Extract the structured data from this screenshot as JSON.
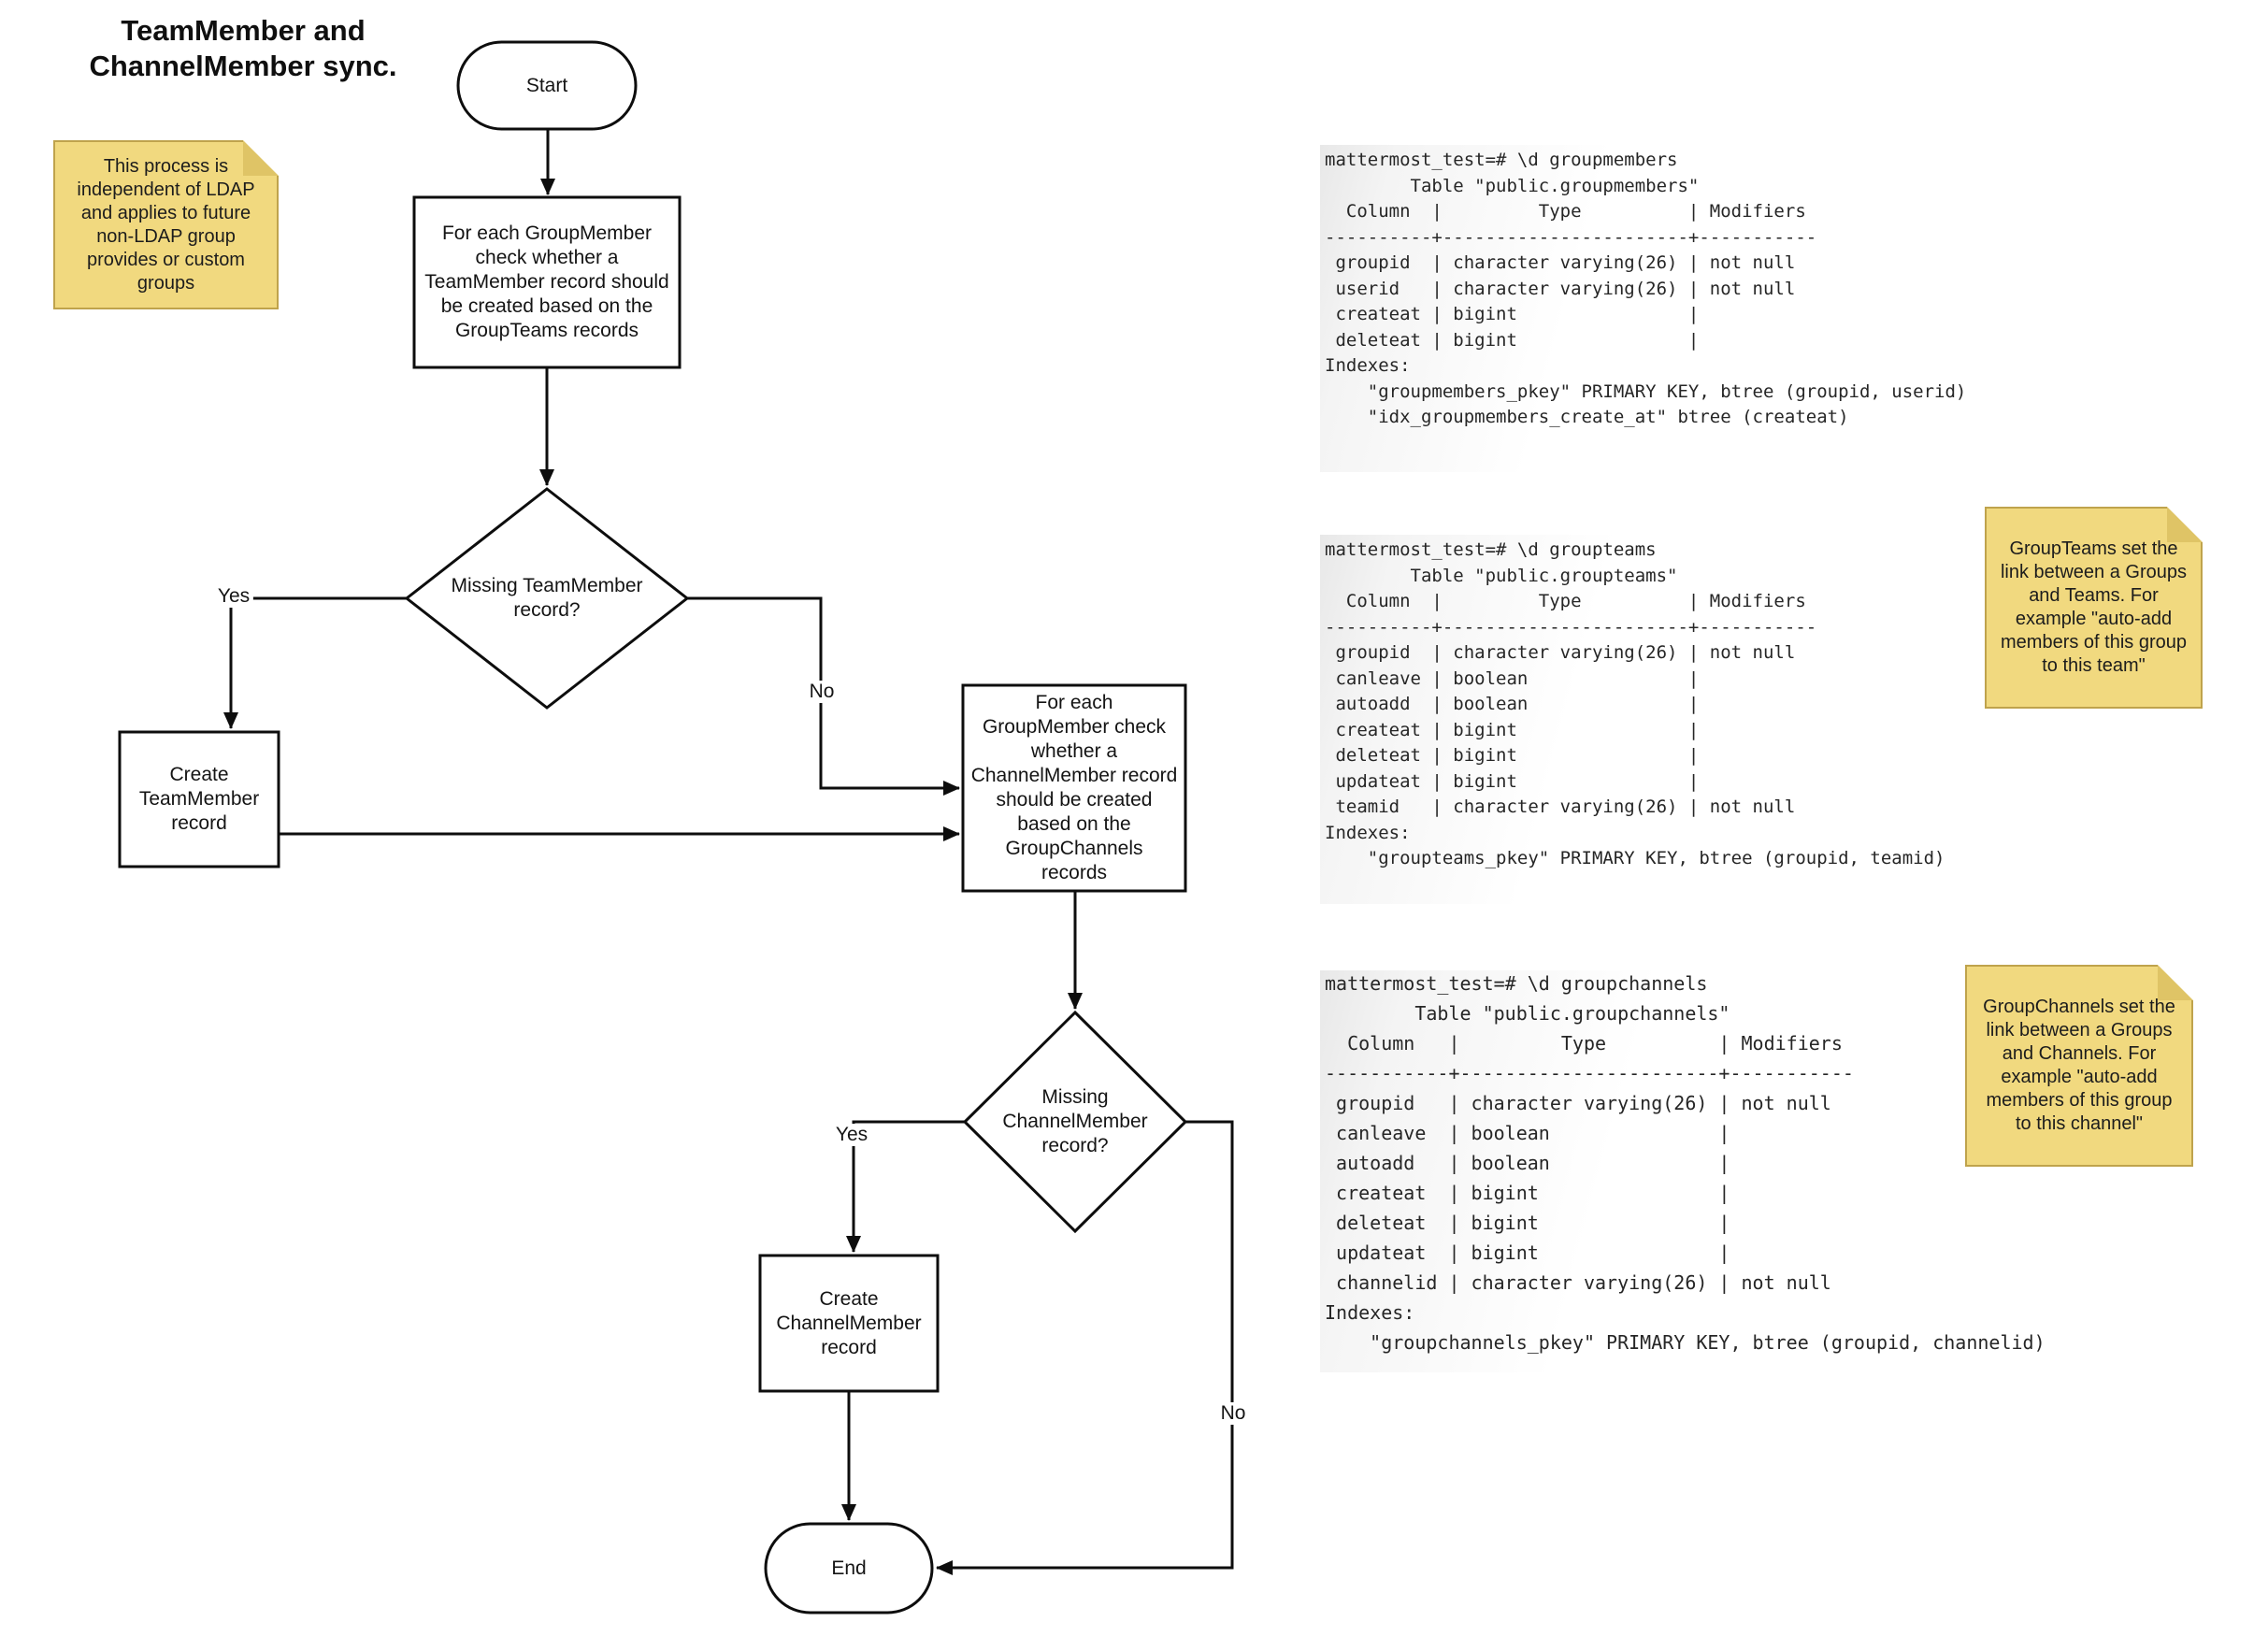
{
  "title": "TeamMember and\nChannelMember sync.",
  "flow": {
    "start": "Start",
    "process1": "For each GroupMember\ncheck whether a\nTeamMember record should\nbe created based on the\nGroupTeams records",
    "decision1": "Missing TeamMember\nrecord?",
    "create1": "Create\nTeamMember\nrecord",
    "process2": "For each\nGroupMember check\nwhether a\nChannelMember record\nshould be created\nbased on the\nGroupChannels\nrecords",
    "decision2": "Missing\nChannelMember\nrecord?",
    "create2": "Create\nChannelMember\nrecord",
    "end": "End",
    "yes1": "Yes",
    "no1": "No",
    "yes2": "Yes",
    "no2": "No"
  },
  "notes": {
    "ldap": "This process is\nindependent of LDAP\nand applies to future\nnon-LDAP group\nprovides or custom\ngroups",
    "groupteams": "GroupTeams set the\nlink between a Groups\nand Teams. For\nexample \"auto-add\nmembers of this group\nto this team\"",
    "groupchannels": "GroupChannels set the\nlink between a Groups\nand Channels. For\nexample \"auto-add\nmembers of this group\nto this channel\""
  },
  "terminals": {
    "groupmembers": "mattermost_test=# \\d groupmembers\n        Table \"public.groupmembers\"\n  Column  |         Type          | Modifiers \n----------+-----------------------+-----------\n groupid  | character varying(26) | not null\n userid   | character varying(26) | not null\n createat | bigint                |\n deleteat | bigint                |\nIndexes:\n    \"groupmembers_pkey\" PRIMARY KEY, btree (groupid, userid)\n    \"idx_groupmembers_create_at\" btree (createat)",
    "groupteams": "mattermost_test=# \\d groupteams\n        Table \"public.groupteams\"\n  Column  |         Type          | Modifiers \n----------+-----------------------+-----------\n groupid  | character varying(26) | not null\n canleave | boolean               |\n autoadd  | boolean               |\n createat | bigint                |\n deleteat | bigint                |\n updateat | bigint                |\n teamid   | character varying(26) | not null\nIndexes:\n    \"groupteams_pkey\" PRIMARY KEY, btree (groupid, teamid)",
    "groupchannels": "mattermost_test=# \\d groupchannels\n        Table \"public.groupchannels\"\n  Column   |         Type          | Modifiers \n-----------+-----------------------+-----------\n groupid   | character varying(26) | not null\n canleave  | boolean               |\n autoadd   | boolean               |\n createat  | bigint                |\n deleteat  | bigint                |\n updateat  | bigint                |\n channelid | character varying(26) | not null\nIndexes:\n    \"groupchannels_pkey\" PRIMARY KEY, btree (groupid, channelid)"
  },
  "colors": {
    "sticky_note_fill": "#f1d97f",
    "sticky_note_fold": "#dfc466",
    "sticky_note_border": "#bfa34c",
    "connector": "#0d0d0d",
    "terminal_shade": "#e8e8e8"
  }
}
